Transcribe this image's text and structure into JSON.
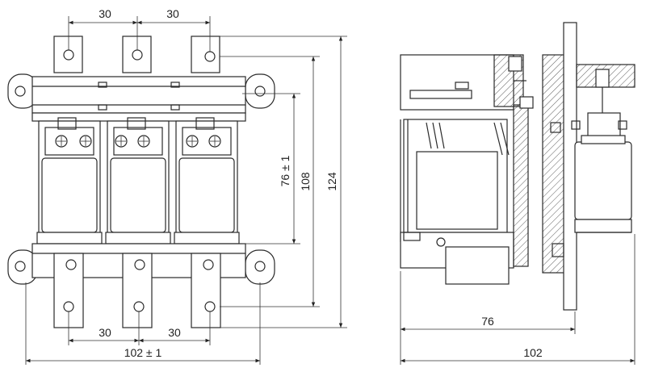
{
  "dimensions": {
    "top_spacing_left": "30",
    "top_spacing_right": "30",
    "bottom_spacing_left": "30",
    "bottom_spacing_right": "30",
    "front_width": "102 ± 1",
    "height_76": "76 ± 1",
    "height_108": "108",
    "height_124": "124",
    "side_depth": "76",
    "side_width": "102"
  },
  "colors": {
    "line": "#2a2a2a",
    "background": "#ffffff"
  }
}
